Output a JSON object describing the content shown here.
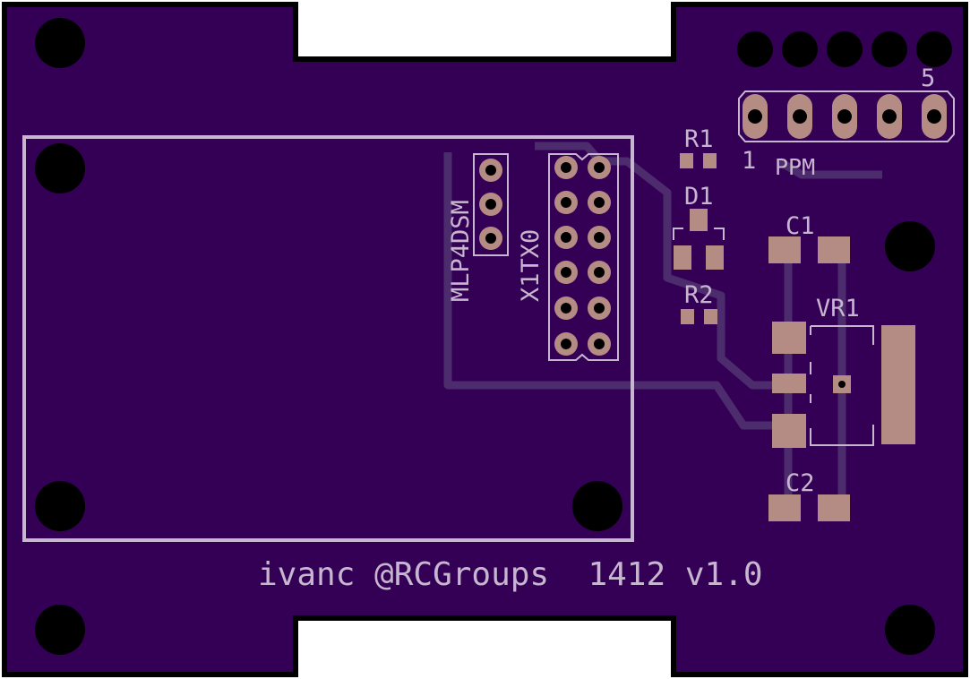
{
  "board": {
    "colors": {
      "substrate": "#330055",
      "outline": "#000000",
      "silkscreen": "#c7b6cf",
      "copper": "#b58c84",
      "drill": "#000000",
      "trace_ghost": "#4a2a6a",
      "cutout": "#ffffff"
    },
    "labels": {
      "mlp4dsm": "MLP4DSM",
      "x1tx0": "X1TX0",
      "r1": "R1",
      "d1": "D1",
      "r2": "R2",
      "c1": "C1",
      "c2": "C2",
      "vr1": "VR1",
      "pin_first": "1",
      "pin_last": "5",
      "ppm": "PPM",
      "footer": "ivanc @RCGroups  1412 v1.0"
    }
  }
}
